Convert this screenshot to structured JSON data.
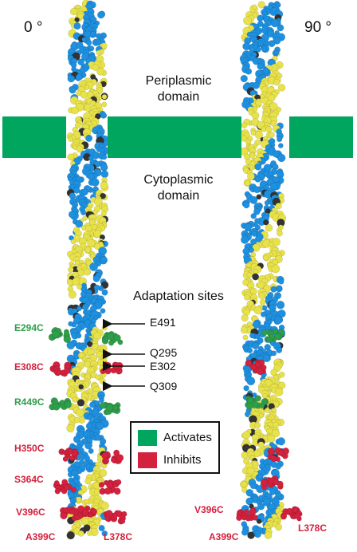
{
  "views": {
    "left_angle": "0 °",
    "right_angle": "90 °"
  },
  "regions": {
    "periplasmic_line1": "Periplasmic",
    "periplasmic_line2": "domain",
    "cytoplasmic_line1": "Cytoplasmic",
    "cytoplasmic_line2": "domain",
    "adaptation_title": "Adaptation sites"
  },
  "adaptation_sites": [
    "E491",
    "Q295",
    "E302",
    "Q309"
  ],
  "mutants_left": {
    "activating": [
      "E294C",
      "R449C"
    ],
    "inhibiting": [
      "E308C",
      "H350C",
      "S364C",
      "V396C",
      "A399C",
      "L378C"
    ]
  },
  "mutants_right": {
    "inhibiting": [
      "V396C",
      "A399C",
      "L378C"
    ]
  },
  "legend": {
    "activates": "Activates",
    "inhibits": "Inhibits"
  },
  "colors": {
    "membrane": "#00a65e",
    "subunit_a": "#1e90e0",
    "subunit_b": "#e8e24a",
    "dark_residue": "#333333",
    "activates": "#2e9e4a",
    "inhibits": "#d4213d",
    "methyl_site": "#9b3fa0"
  }
}
